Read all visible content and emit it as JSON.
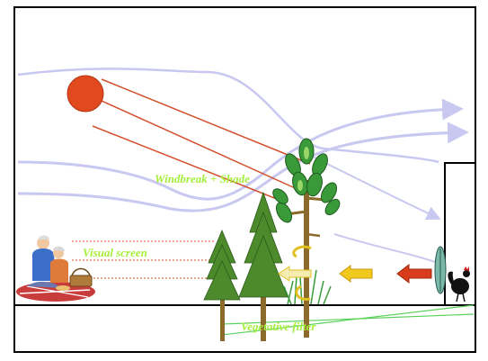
{
  "labels": {
    "windbreak_shade": "Windbreak + Shade",
    "visual_screen": "Visual screen",
    "vegetative_filter": "Vegetative filter"
  },
  "colors": {
    "frame": "#000000",
    "sun": "#e04a1e",
    "sun_rays": "#d2502c",
    "wind_flow": "#c8c8f0",
    "label_text": "#a6ee3c",
    "conifer": "#4c8a2c",
    "trunk": "#8b6a2b",
    "deciduous_leaf": "#3a9a3a",
    "arrow_odor": "#e0c020",
    "arrow_source": "#d83c1c",
    "ground_line": "#5ad05a"
  },
  "icons": {
    "sun": "sun-icon",
    "people": "picnic-couple-icon",
    "animal": "rooster-icon",
    "fan": "exhaust-fan-icon"
  }
}
